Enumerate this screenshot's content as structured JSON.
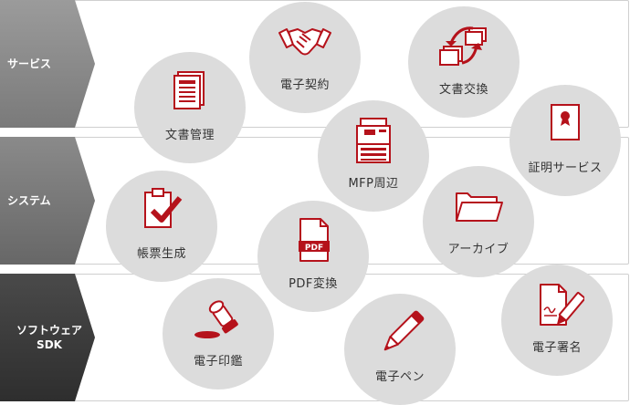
{
  "rows": [
    {
      "label": "サービス"
    },
    {
      "label": "システム"
    },
    {
      "label": "ソフトウェア\nSDK"
    }
  ],
  "items": {
    "doc_management": {
      "label": "文書管理",
      "icon": "document-icon"
    },
    "e_contract": {
      "label": "電子契約",
      "icon": "handshake-icon"
    },
    "doc_exchange": {
      "label": "文書交換",
      "icon": "document-exchange-icon"
    },
    "certification": {
      "label": "証明サービス",
      "icon": "certificate-icon"
    },
    "mfp": {
      "label": "MFP周辺",
      "icon": "printer-icon"
    },
    "form_generation": {
      "label": "帳票生成",
      "icon": "clipboard-check-icon"
    },
    "pdf_conversion": {
      "label": "PDF変換",
      "icon": "pdf-file-icon",
      "badge": "PDF"
    },
    "archive": {
      "label": "アーカイブ",
      "icon": "folder-icon"
    },
    "e_seal": {
      "label": "電子印鑑",
      "icon": "stamp-icon"
    },
    "e_pen": {
      "label": "電子ペン",
      "icon": "pen-icon"
    },
    "e_signature": {
      "label": "電子署名",
      "icon": "signature-icon"
    }
  },
  "colors": {
    "accent": "#b5121b",
    "bubble": "#dcdcdc",
    "row_border": "#cfcfcf"
  }
}
